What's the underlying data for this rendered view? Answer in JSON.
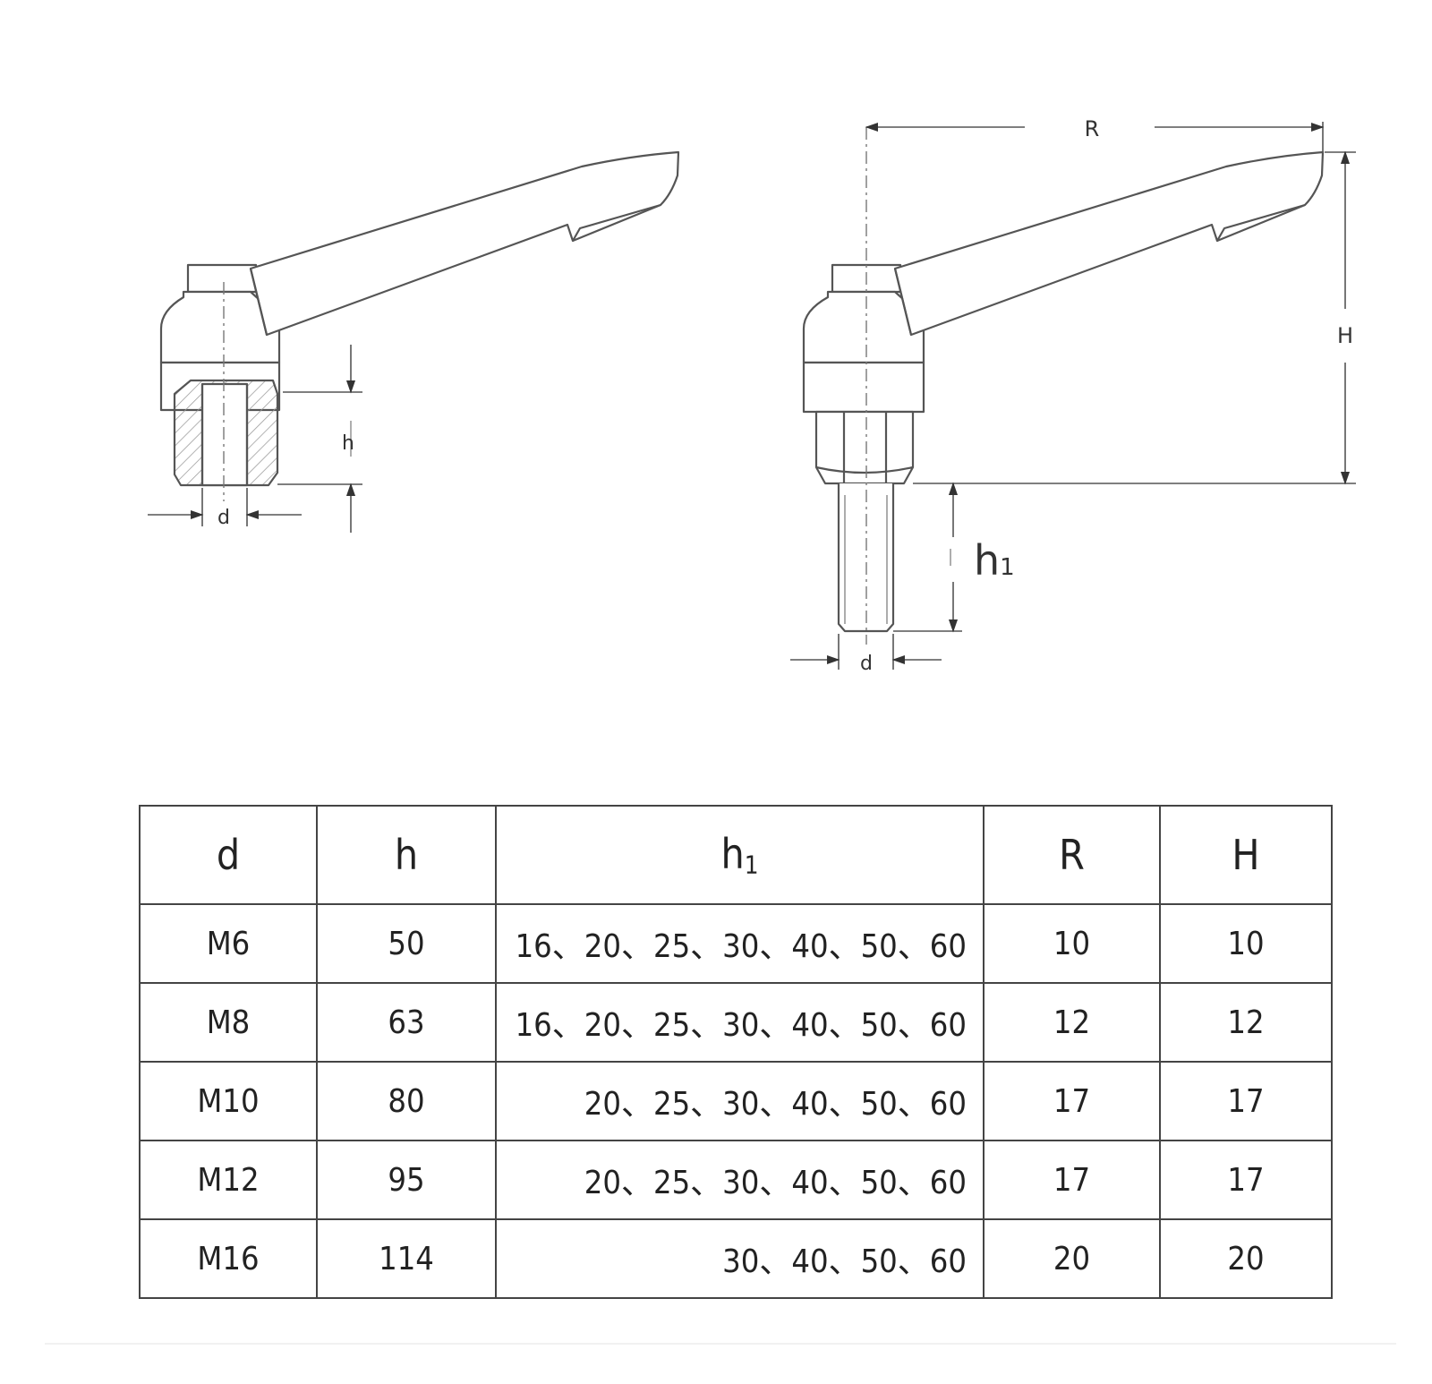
{
  "drawings": {
    "left": {
      "labels": {
        "d": "d",
        "h": "h"
      }
    },
    "right": {
      "labels": {
        "R": "R",
        "H": "H",
        "h1_main": "h",
        "h1_sub": "1",
        "d": "d"
      }
    }
  },
  "table": {
    "headers": [
      {
        "main": "d",
        "sub": ""
      },
      {
        "main": "h",
        "sub": ""
      },
      {
        "main": "h",
        "sub": "1"
      },
      {
        "main": "R",
        "sub": ""
      },
      {
        "main": "H",
        "sub": ""
      }
    ],
    "rows": [
      [
        "M6",
        "50",
        "16、20、25、30、40、50、60",
        "10",
        "10"
      ],
      [
        "M8",
        "63",
        "16、20、25、30、40、50、60",
        "12",
        "12"
      ],
      [
        "M10",
        "80",
        "20、25、30、40、50、60",
        "17",
        "17"
      ],
      [
        "M12",
        "95",
        "20、25、30、40、50、60",
        "17",
        "17"
      ],
      [
        "M16",
        "114",
        "30、40、50、60",
        "20",
        "20"
      ]
    ]
  },
  "colors": {
    "line": "#555555",
    "text": "#222222",
    "background": "#ffffff"
  }
}
